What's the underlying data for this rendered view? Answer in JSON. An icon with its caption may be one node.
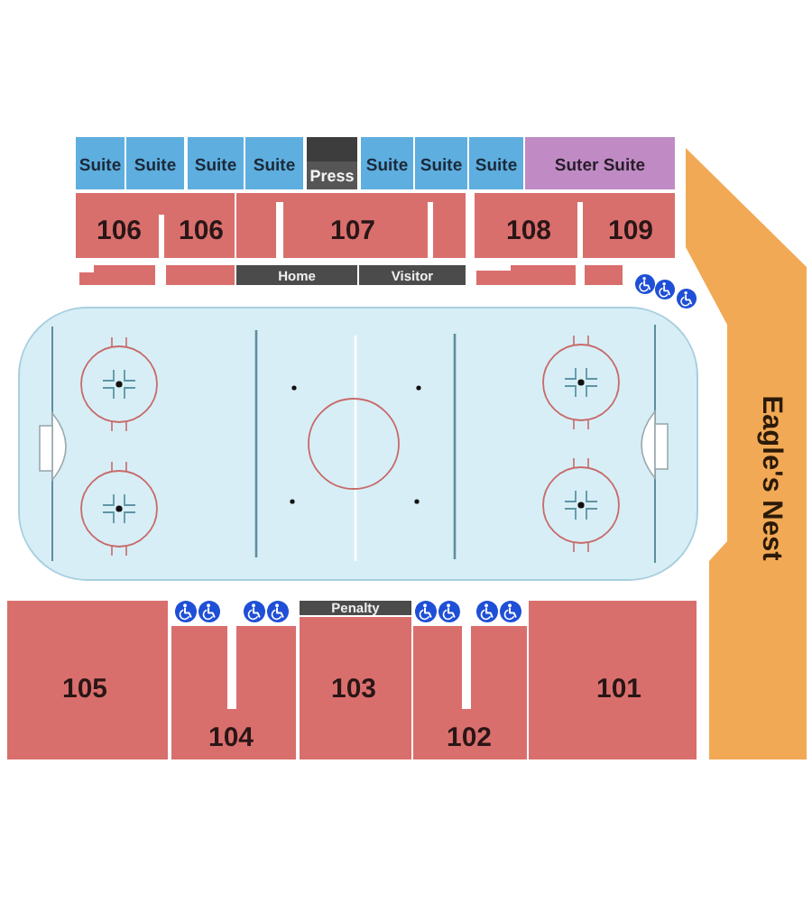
{
  "diagram": {
    "nodes": [
      {
        "text": [
          "Suite"
        ]
      },
      {
        "text": [
          "Suite"
        ]
      },
      {
        "text": [
          "Suite"
        ]
      },
      {
        "text": [
          "Suite"
        ]
      },
      {
        "text": [
          "Press"
        ]
      },
      {
        "text": [
          "Suite"
        ]
      },
      {
        "text": [
          "Suite"
        ]
      },
      {
        "text": [
          "Suite"
        ]
      },
      {
        "text": [
          "Suter Suite"
        ]
      },
      {
        "text": [
          "106",
          "106"
        ]
      },
      {
        "text": [
          "107"
        ]
      },
      {
        "text": [
          "108"
        ]
      },
      {
        "text": [
          "109"
        ]
      },
      {
        "text": [],
        "shape": "box"
      },
      {
        "text": [],
        "shape": "box"
      },
      {
        "text": [
          "Home"
        ]
      },
      {
        "text": [
          "Visitor"
        ]
      },
      {
        "text": [],
        "shape": "box"
      },
      {
        "text": [],
        "shape": "box"
      },
      {
        "text": [
          "Eagle's Nest"
        ]
      },
      {
        "text": [
          "105"
        ]
      },
      {
        "text": [
          "104"
        ]
      },
      {
        "text": [
          "Penalty"
        ]
      },
      {
        "text": [
          "103"
        ]
      },
      {
        "text": [
          "102"
        ]
      },
      {
        "text": [
          "101"
        ]
      }
    ]
  }
}
